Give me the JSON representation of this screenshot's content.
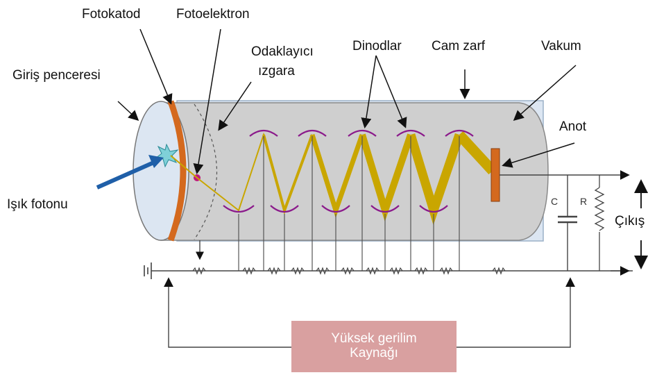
{
  "labels": {
    "fotokatod": "Fotokatod",
    "fotoelektron": "Fotoelektron",
    "odaklayici_line1": "Odaklayıcı",
    "odaklayici_line2": "ızgara",
    "dinodlar": "Dinodlar",
    "cam_zarf": "Cam zarf",
    "vakum": "Vakum",
    "giris_penceresi": "Giriş penceresi",
    "anot": "Anot",
    "isik_fotonu": "Işık fotonu",
    "cikis": "Çıkış",
    "capacitor": "C",
    "resistor": "R"
  },
  "power_source": {
    "line1": "Yüksek gerilim",
    "line2": "Kaynağı"
  },
  "colors": {
    "tube_fill": "#cfcfcf",
    "outer_envelope": "#dce6f2",
    "photocathode": "#d4691e",
    "beam": "#c9a600",
    "dynode": "#8b1a8b",
    "anode": "#d4691e",
    "photon_arrow": "#1f5fa8",
    "power_box": "#d9a0a0"
  }
}
